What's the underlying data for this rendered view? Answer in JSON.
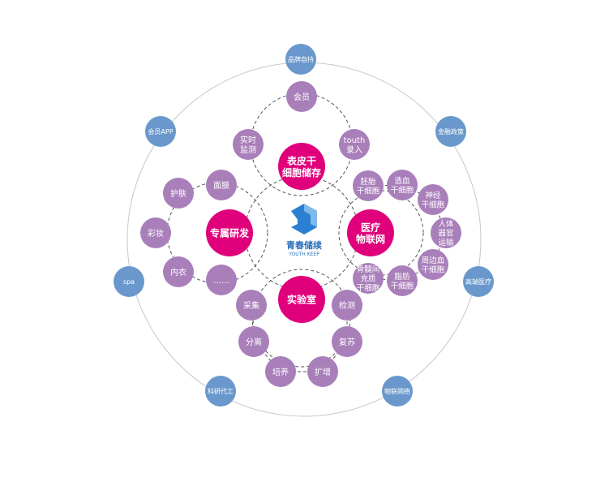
{
  "center_logo": {
    "cn": "青春储续",
    "en": "YOUTH KEEP"
  },
  "hubs": [
    {
      "id": "storage",
      "lines": [
        "表皮干",
        "细胞储存"
      ]
    },
    {
      "id": "rnd",
      "lines": [
        "专属研发"
      ]
    },
    {
      "id": "iot",
      "lines": [
        "医疗",
        "物联网"
      ]
    },
    {
      "id": "lab",
      "lines": [
        "实验室"
      ]
    }
  ],
  "outer_nodes": [
    {
      "lines": [
        "品牌自持"
      ]
    },
    {
      "lines": [
        "会员APP"
      ]
    },
    {
      "lines": [
        "金融政策"
      ]
    },
    {
      "lines": [
        "spa"
      ]
    },
    {
      "lines": [
        "高端医疗"
      ]
    },
    {
      "lines": [
        "科研代工"
      ]
    },
    {
      "lines": [
        "物联网络"
      ]
    }
  ],
  "storage_nodes": [
    {
      "lines": [
        "会员"
      ]
    },
    {
      "lines": [
        "实时",
        "监测"
      ]
    },
    {
      "lines": [
        "touth",
        "录入"
      ]
    }
  ],
  "rnd_nodes": [
    {
      "lines": [
        "面膜"
      ]
    },
    {
      "lines": [
        "护肤"
      ]
    },
    {
      "lines": [
        "彩妆"
      ]
    },
    {
      "lines": [
        "内衣"
      ]
    },
    {
      "lines": [
        "……"
      ]
    }
  ],
  "iot_nodes": [
    {
      "lines": [
        "胚胎",
        "干细胞"
      ]
    },
    {
      "lines": [
        "造血",
        "干细胞"
      ]
    },
    {
      "lines": [
        "神经",
        "干细胞"
      ]
    },
    {
      "lines": [
        "人体",
        "器官",
        "运输"
      ]
    },
    {
      "lines": [
        "周边血",
        "干细胞"
      ]
    },
    {
      "lines": [
        "脂肪",
        "干细胞"
      ]
    },
    {
      "lines": [
        "骨髓间",
        "充质",
        "干细胞"
      ]
    }
  ],
  "lab_nodes": [
    {
      "lines": [
        "采集"
      ]
    },
    {
      "lines": [
        "分离"
      ]
    },
    {
      "lines": [
        "培养"
      ]
    },
    {
      "lines": [
        "扩增"
      ]
    },
    {
      "lines": [
        "复苏"
      ]
    },
    {
      "lines": [
        "检测"
      ]
    }
  ],
  "colors": {
    "outer": "#6a98cc",
    "hub": "#e0007b",
    "leaf": "#a97fba",
    "logo": "#2a7fd0"
  }
}
